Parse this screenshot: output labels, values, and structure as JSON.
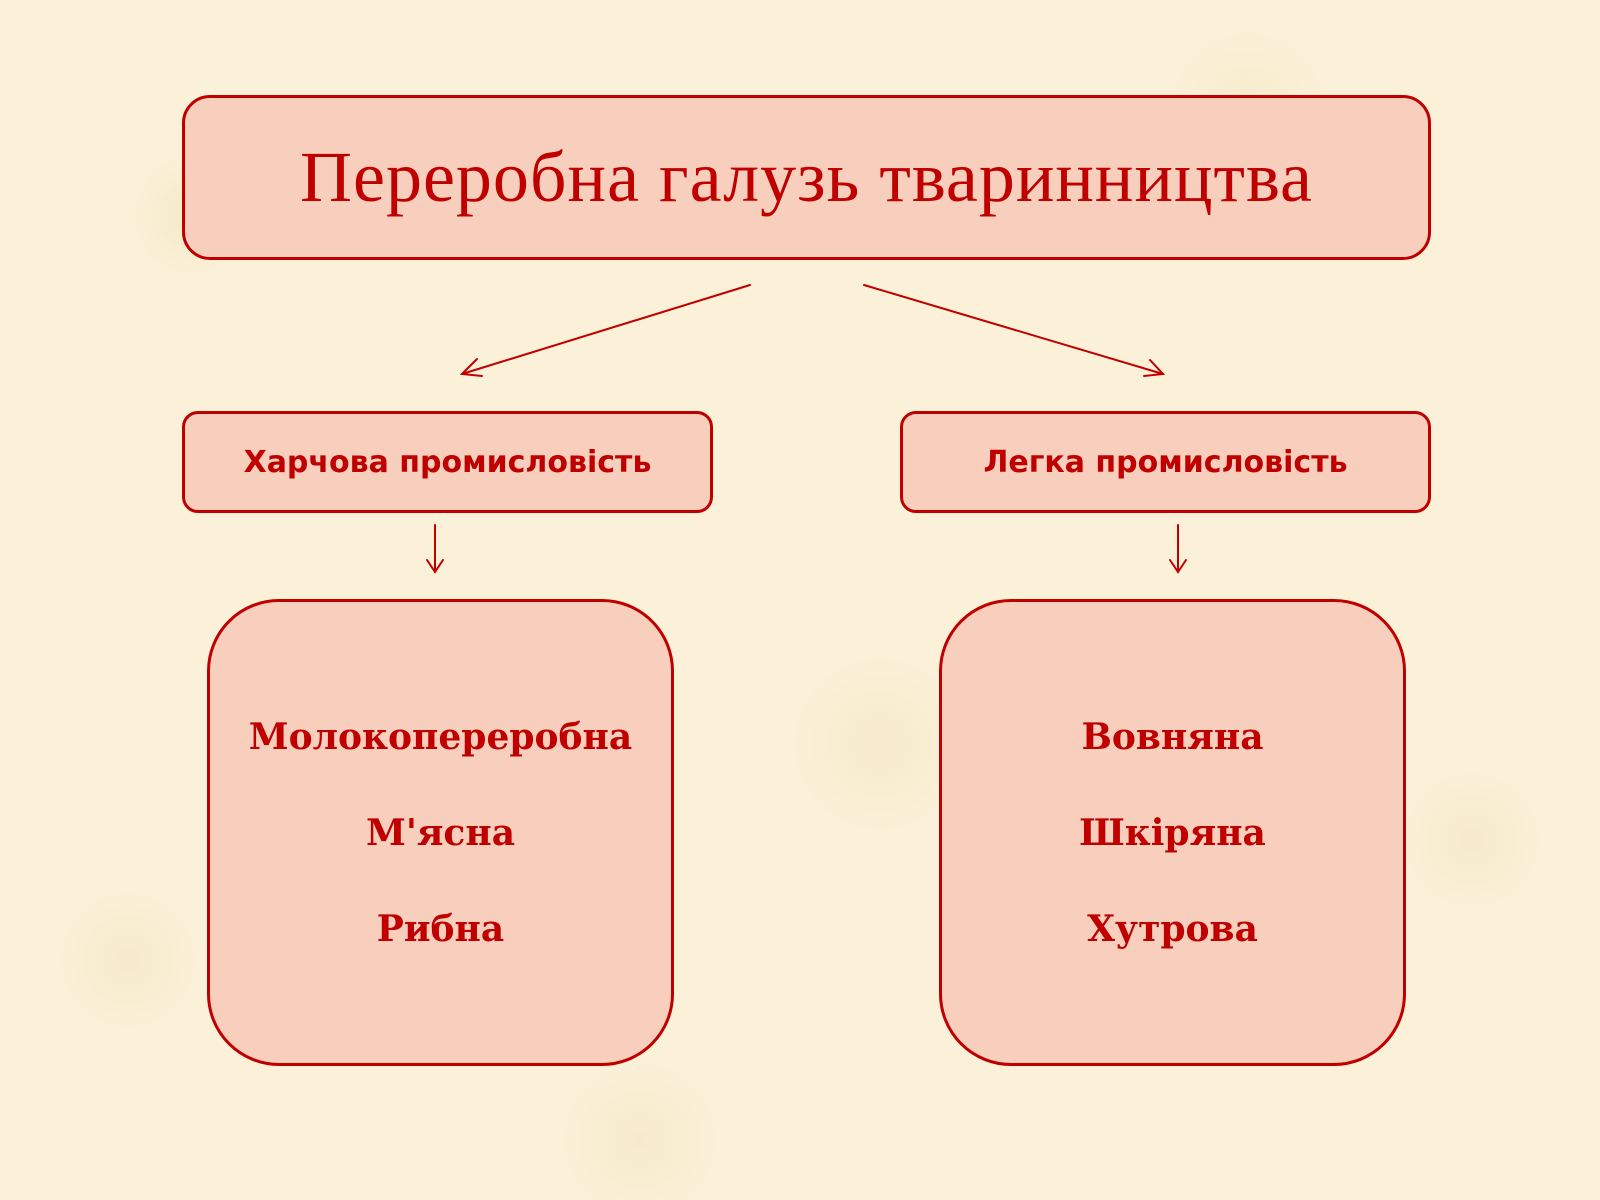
{
  "title": "Переробна галузь тваринництва",
  "categories": [
    {
      "label": "Харчова промисловість",
      "items": [
        "Молокопереробна",
        "М'ясна",
        "Рибна"
      ]
    },
    {
      "label": "Легка промисловість",
      "items": [
        "Вовняна",
        "Шкіряна",
        "Хутрова"
      ]
    }
  ],
  "colors": {
    "accent": "#c00000",
    "box_fill": "#f8cfbd",
    "background": "#fbf1d8"
  }
}
